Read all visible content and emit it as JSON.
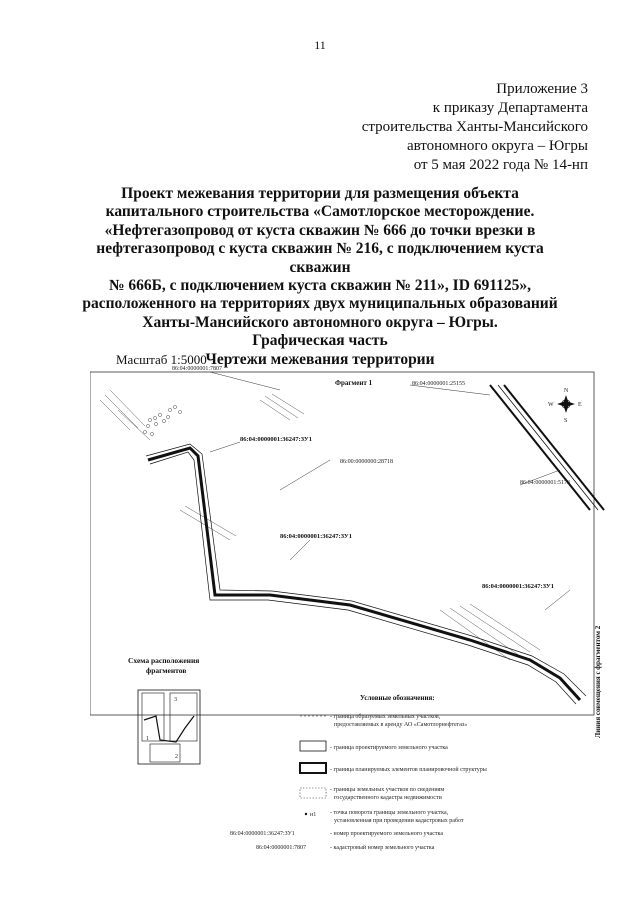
{
  "page_number": "11",
  "appendix": {
    "line1": "Приложение 3",
    "line2": "к приказу Департамента",
    "line3": "строительства Ханты-Мансийского",
    "line4": "автономного округа – Югры",
    "line5": "от 5 мая 2022 года № 14-нп"
  },
  "title": {
    "line1": "Проект межевания территории для размещения объекта",
    "line2": "капитального строительства «Самотлорское месторождение.",
    "line3": "«Нефтегазопровод от куста скважин № 666 до точки врезки в",
    "line4": "нефтегазопровод с куста скважин № 216, с подключением куста скважин",
    "line5": "№ 666Б, с подключением куста скважин № 211», ID 691125»,",
    "line6": "расположенного на территориях двух муниципальных образований",
    "line7": "Ханты-Мансийского автономного округа – Югры.",
    "line8": "Графическая часть",
    "line9": "Чертежи межевания территории"
  },
  "scale": "Масштаб 1:5000",
  "map": {
    "fragment_label": "Фрагмент 1",
    "cadastral_labels": [
      "86:04:0000001:7807",
      "86:04:0000001:25155",
      "86:04:0000001:36247:ЗУ1",
      "86:00:0000000:28718",
      "86:04:0000001:5173",
      "86:04:0000001:36247:ЗУ1",
      "86:04:0000001:36247:ЗУ1"
    ],
    "compass": {
      "n": "N",
      "s": "S",
      "w": "W",
      "e": "E"
    },
    "alignment_line": "Линия совмещения с фрагментом 2"
  },
  "scheme": {
    "title_line1": "Схема расположения",
    "title_line2": "фрагментов",
    "labels": [
      "1",
      "2",
      "3"
    ]
  },
  "legend": {
    "header": "Условные обозначения:",
    "items": [
      {
        "line1": "- граница образуемых земельных участков,",
        "line2": "предоставляемых в аренду АО «Самотлорнефтегаз»"
      },
      {
        "line1": "- граница проектируемого земельного участка",
        "line2": ""
      },
      {
        "line1": "- граница планируемых элементов планировочной структуры",
        "line2": ""
      },
      {
        "line1": "- границы земельных участков по сведениям",
        "line2": "государственного кадастра недвижимости"
      },
      {
        "line1": "- точка поворота границы земельного участка,",
        "line2": "установленная при проведении кадастровых работ"
      },
      {
        "line1": "- номер проектируемого земельного участка",
        "line2": ""
      },
      {
        "line1": "- кадастровый номер земельного участка",
        "line2": ""
      }
    ],
    "sample_point": "н1",
    "sample_project_number": "86:04:0000001:36247:ЗУ1",
    "sample_cadastral_number": "86:04:0000001:7807"
  }
}
